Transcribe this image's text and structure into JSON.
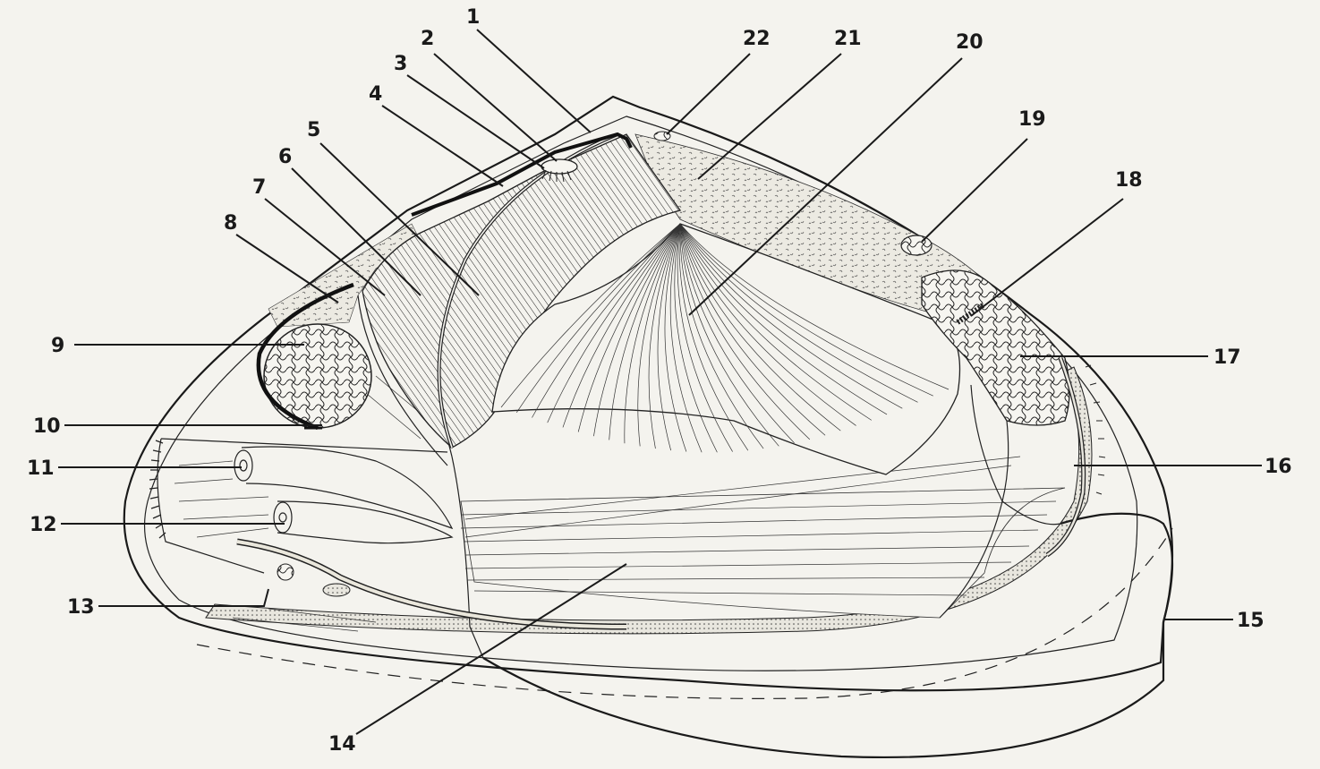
{
  "labels": [
    {
      "num": "1"
    },
    {
      "num": "2"
    },
    {
      "num": "3"
    },
    {
      "num": "4"
    },
    {
      "num": "5"
    },
    {
      "num": "6"
    },
    {
      "num": "7"
    },
    {
      "num": "8"
    },
    {
      "num": "9"
    },
    {
      "num": "10"
    },
    {
      "num": "11"
    },
    {
      "num": "12"
    },
    {
      "num": "13"
    },
    {
      "num": "14"
    },
    {
      "num": "15"
    },
    {
      "num": "16"
    },
    {
      "num": "17"
    },
    {
      "num": "18"
    },
    {
      "num": "19"
    },
    {
      "num": "20"
    },
    {
      "num": "21"
    },
    {
      "num": "22"
    }
  ],
  "colors": {
    "background": "#f4f3ee",
    "ink": "#1a1a1a",
    "stipple": "#eceae2"
  }
}
